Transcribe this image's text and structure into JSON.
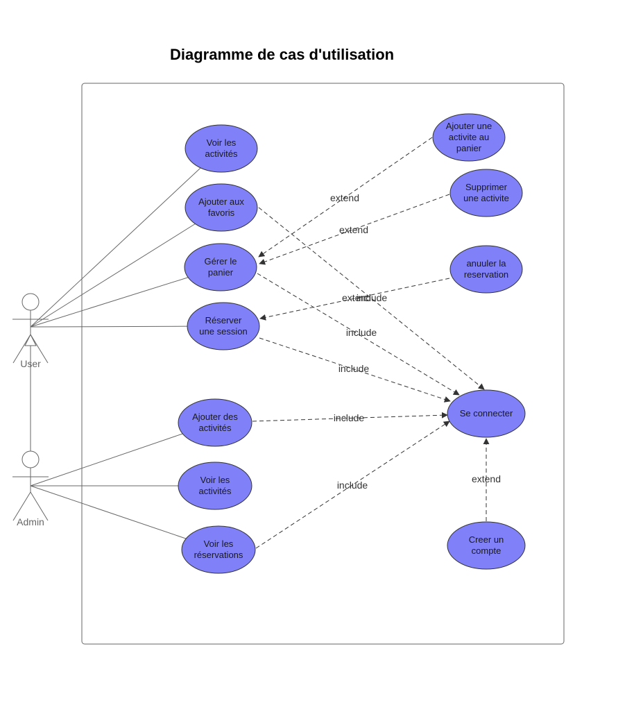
{
  "diagram": {
    "title": "Diagramme de cas d'utilisation",
    "colors": {
      "usecase_fill": "#8080f8",
      "stroke": "#333333"
    },
    "actors": [
      {
        "id": "user",
        "label": "User"
      },
      {
        "id": "admin",
        "label": "Admin"
      }
    ],
    "use_cases": [
      {
        "id": "voir_activites_user",
        "lines": [
          "Voir les",
          "activités"
        ]
      },
      {
        "id": "ajouter_favoris",
        "lines": [
          "Ajouter aux",
          "favoris"
        ]
      },
      {
        "id": "gerer_panier",
        "lines": [
          "Gérer le",
          "panier"
        ]
      },
      {
        "id": "reserver_session",
        "lines": [
          "Réserver",
          "une session"
        ]
      },
      {
        "id": "ajouter_activites",
        "lines": [
          "Ajouter des",
          "activités"
        ]
      },
      {
        "id": "voir_activites_admin",
        "lines": [
          "Voir les",
          "activités"
        ]
      },
      {
        "id": "voir_reservations",
        "lines": [
          "Voir les",
          "réservations"
        ]
      },
      {
        "id": "ajouter_activite_panier",
        "lines": [
          "Ajouter une",
          "activite au",
          "panier"
        ]
      },
      {
        "id": "supprimer_activite",
        "lines": [
          "Supprimer",
          "une activite"
        ]
      },
      {
        "id": "annuler_reservation",
        "lines": [
          "anuuler la",
          "reservation"
        ]
      },
      {
        "id": "se_connecter",
        "lines": [
          "Se connecter"
        ]
      },
      {
        "id": "creer_compte",
        "lines": [
          "Creer un",
          "compte"
        ]
      }
    ],
    "associations": [
      {
        "actor": "user",
        "use_case": "voir_activites_user"
      },
      {
        "actor": "user",
        "use_case": "ajouter_favoris"
      },
      {
        "actor": "user",
        "use_case": "gerer_panier"
      },
      {
        "actor": "user",
        "use_case": "reserver_session"
      },
      {
        "actor": "admin",
        "use_case": "ajouter_activites"
      },
      {
        "actor": "admin",
        "use_case": "voir_activites_admin"
      },
      {
        "actor": "admin",
        "use_case": "voir_reservations"
      },
      {
        "actor": "admin",
        "generalizes": "user"
      }
    ],
    "relations": [
      {
        "type": "extend",
        "from": "ajouter_activite_panier",
        "to": "gerer_panier",
        "label": "extend"
      },
      {
        "type": "extend",
        "from": "supprimer_activite",
        "to": "gerer_panier",
        "label": "extend"
      },
      {
        "type": "extend",
        "from": "annuler_reservation",
        "to": "reserver_session",
        "label": "extend"
      },
      {
        "type": "include",
        "from": "ajouter_favoris",
        "to": "se_connecter",
        "label": "include"
      },
      {
        "type": "include",
        "from": "gerer_panier",
        "to": "se_connecter",
        "label": "include"
      },
      {
        "type": "include",
        "from": "reserver_session",
        "to": "se_connecter",
        "label": "include"
      },
      {
        "type": "include",
        "from": "ajouter_activites",
        "to": "se_connecter",
        "label": "include"
      },
      {
        "type": "include",
        "from": "voir_reservations",
        "to": "se_connecter",
        "label": "include"
      },
      {
        "type": "extend",
        "from": "creer_compte",
        "to": "se_connecter",
        "label": "extend"
      }
    ]
  }
}
